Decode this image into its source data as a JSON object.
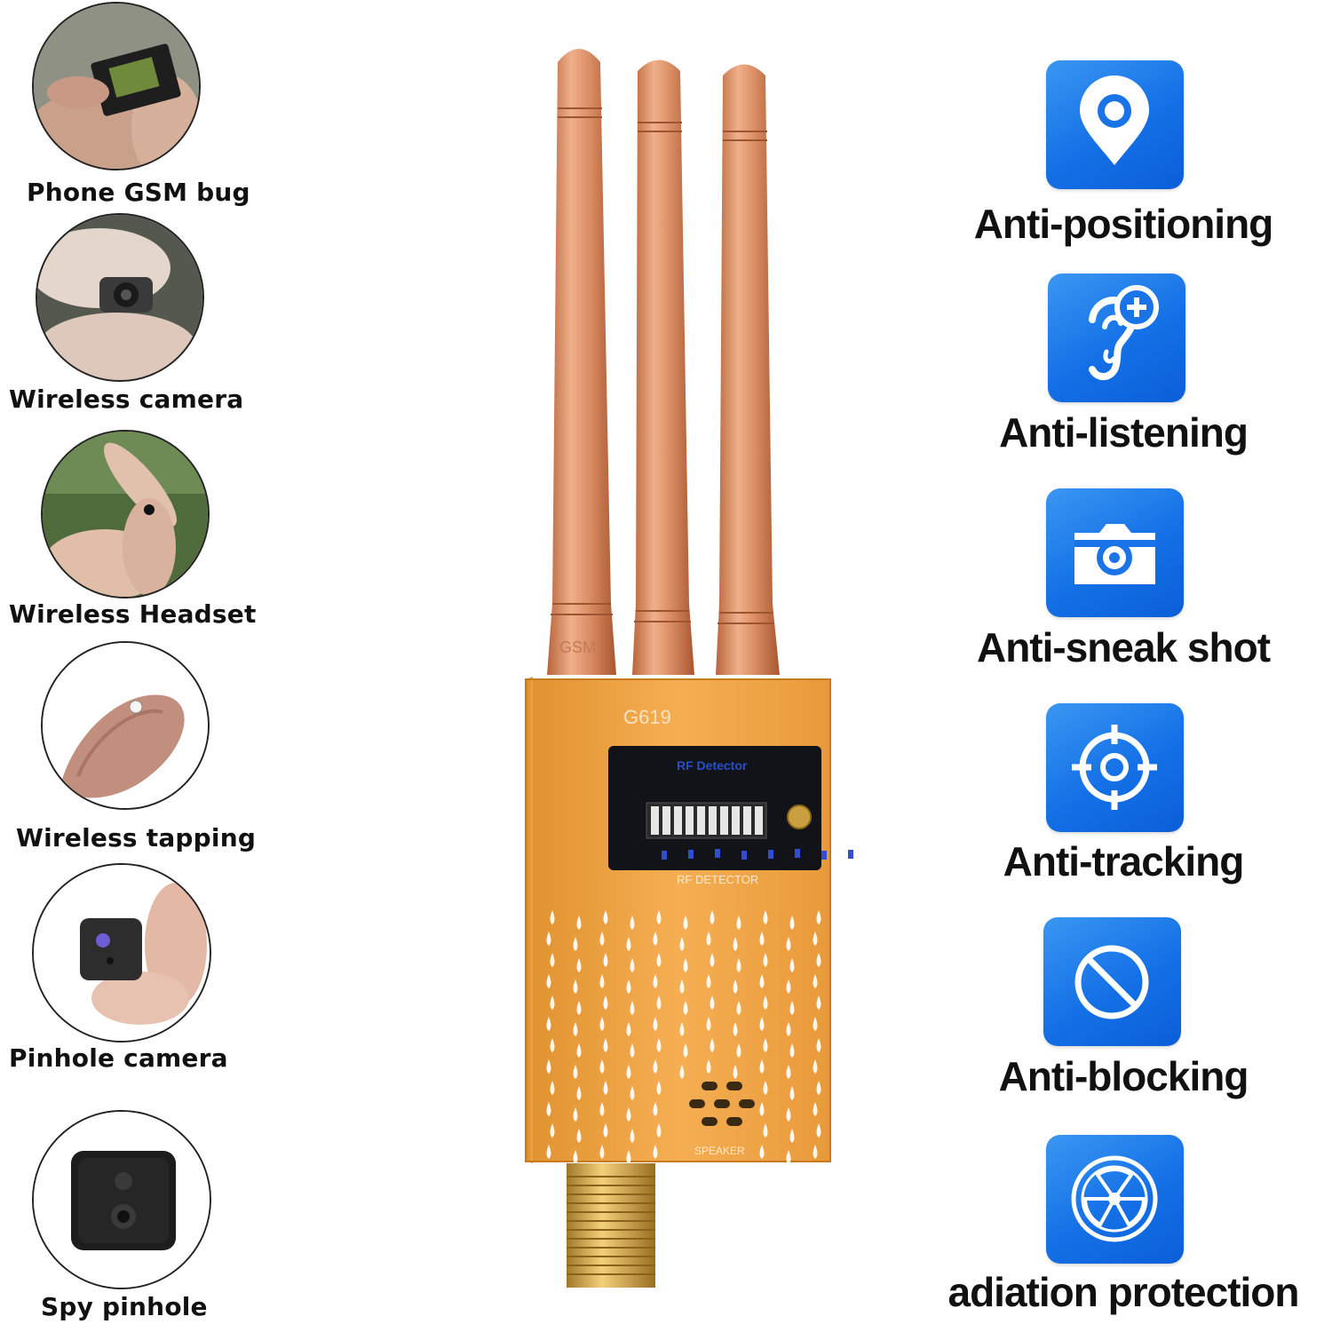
{
  "left_items": [
    {
      "label": "Phone GSM bug"
    },
    {
      "label": "Wireless camera"
    },
    {
      "label": "Wireless Headset"
    },
    {
      "label": "Wireless tapping"
    },
    {
      "label": "Pinhole camera"
    },
    {
      "label": "Spy pinhole"
    }
  ],
  "features": [
    {
      "label": "Anti-positioning",
      "icon": "location-pin-icon"
    },
    {
      "label": "Anti-listening",
      "icon": "ear-plus-icon"
    },
    {
      "label": "Anti-sneak shot",
      "icon": "camera-icon"
    },
    {
      "label": "Anti-tracking",
      "icon": "crosshair-target-icon"
    },
    {
      "label": "Anti-blocking",
      "icon": "prohibited-icon"
    },
    {
      "label": "adiation protection",
      "icon": "radiation-icon"
    }
  ],
  "device": {
    "model": "G619",
    "screen_title": "RF Detector",
    "panel_label": "RF DETECTOR",
    "speaker_label": "SPEAKER",
    "antenna_text": "GSM"
  },
  "colors": {
    "tile_blue": "#1470e6",
    "device_orange": "#f0a545",
    "antenna_copper": "#d98a5c"
  }
}
